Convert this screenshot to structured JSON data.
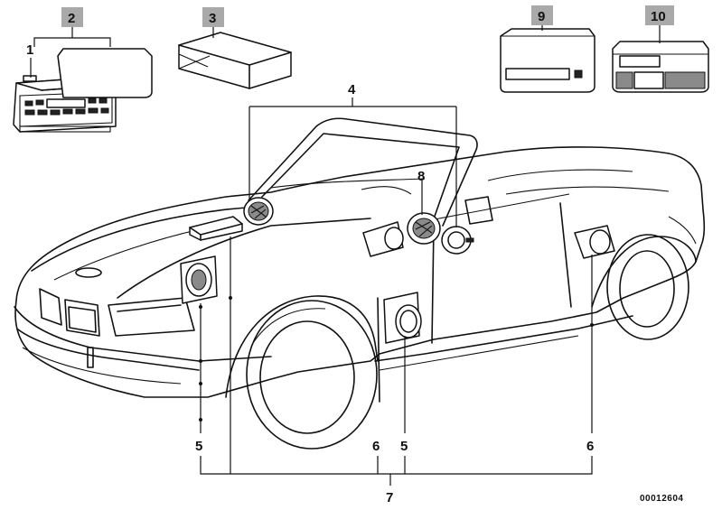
{
  "diagram": {
    "document_number": "00012604",
    "callouts": [
      {
        "id": "c1",
        "label": "1",
        "boxed": false
      },
      {
        "id": "c2",
        "label": "2",
        "boxed": true
      },
      {
        "id": "c3",
        "label": "3",
        "boxed": true
      },
      {
        "id": "c4",
        "label": "4",
        "boxed": false
      },
      {
        "id": "c5a",
        "label": "5",
        "boxed": false
      },
      {
        "id": "c5b",
        "label": "5",
        "boxed": false
      },
      {
        "id": "c6a",
        "label": "6",
        "boxed": false
      },
      {
        "id": "c6b",
        "label": "6",
        "boxed": false
      },
      {
        "id": "c7",
        "label": "7",
        "boxed": false
      },
      {
        "id": "c8",
        "label": "8",
        "boxed": false
      },
      {
        "id": "c9",
        "label": "9",
        "boxed": true
      },
      {
        "id": "c10",
        "label": "10",
        "boxed": true
      }
    ]
  }
}
